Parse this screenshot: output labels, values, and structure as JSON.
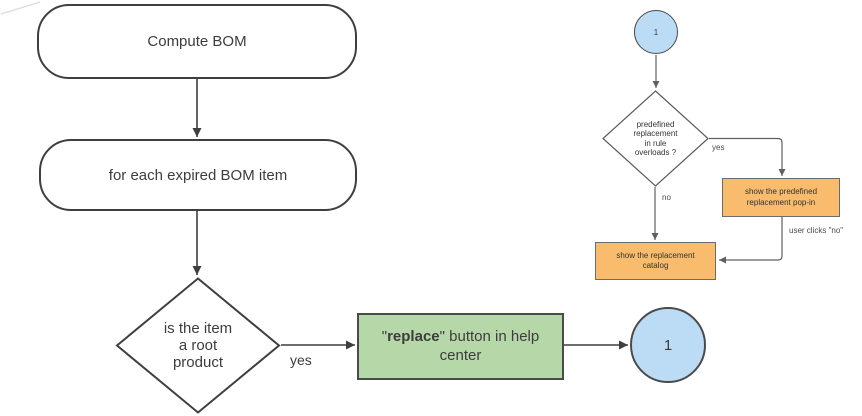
{
  "main_flow": {
    "start_label": "Compute BOM",
    "loop_label": "for each expired BOM item",
    "decision_label": "is the item\na root\nproduct",
    "yes_label": "yes",
    "action_quote_open": "\"",
    "action_bold": "replace",
    "action_rest": "\" button in help center",
    "connector_label": "1"
  },
  "sub_flow": {
    "connector_label": "1",
    "decision_label": "predefined\nreplacement\nin rule\noverloads ?",
    "yes_label": "yes",
    "no_label": "no",
    "popin_label": "show the predefined\nreplacement pop-in",
    "catalog_label": "show the replacement\ncatalog",
    "user_clicks_label": "user clicks \"no\""
  },
  "colors": {
    "connector_fill": "#BCDCF5",
    "action_fill": "#B6D7A8",
    "subaction_fill": "#F8BC6C",
    "stroke_dark": "#3F3F3F",
    "stroke_gray": "#606060"
  }
}
